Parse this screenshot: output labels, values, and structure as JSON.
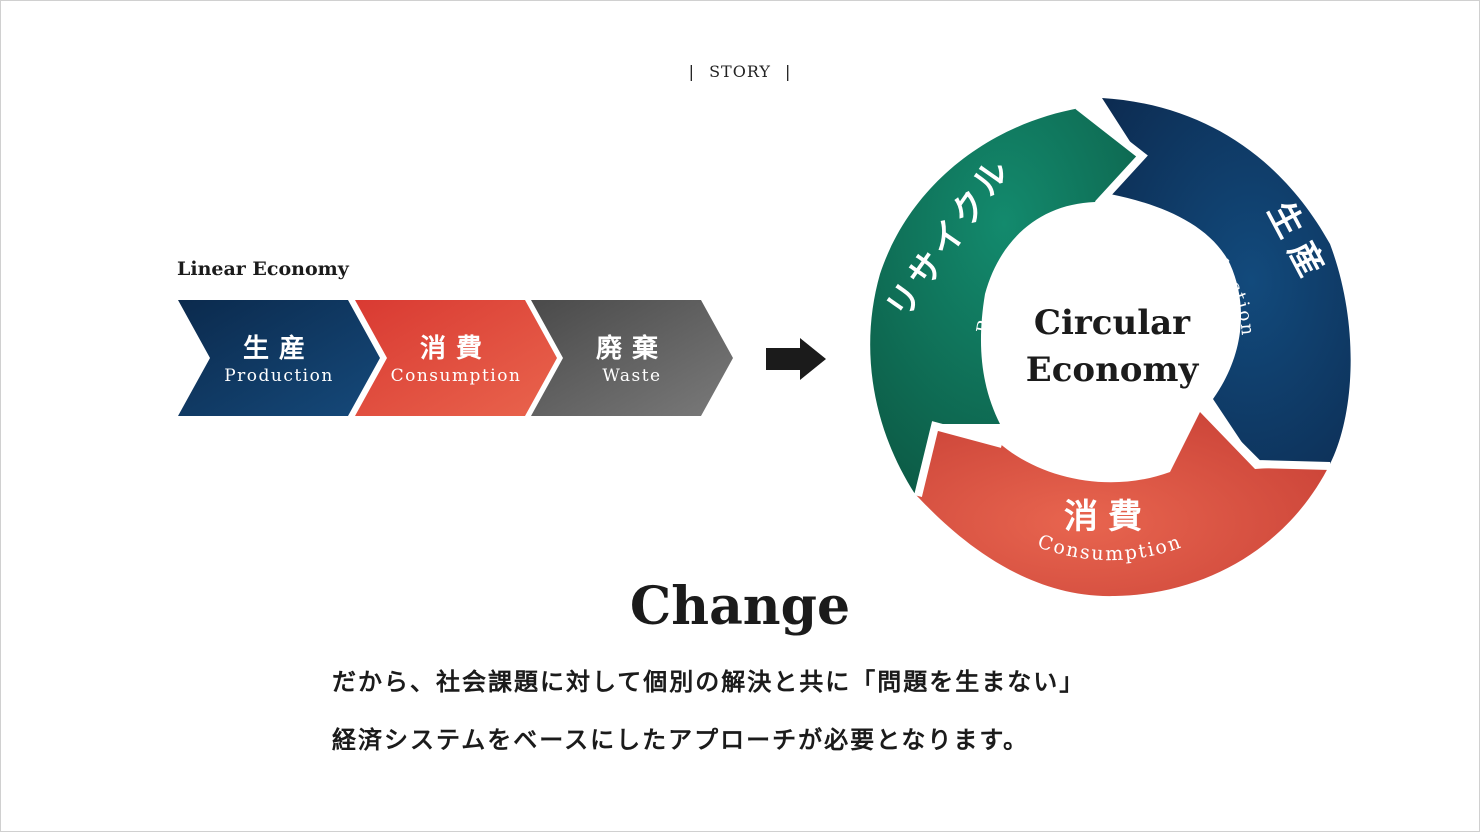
{
  "story": "STORY",
  "linear": {
    "title": "Linear Economy",
    "steps": [
      {
        "jp": "生産",
        "en": "Production",
        "color": "#0f3a63"
      },
      {
        "jp": "消費",
        "en": "Consumption",
        "color": "#e2513e"
      },
      {
        "jp": "廃棄",
        "en": "Waste",
        "color": "#6a6a6a"
      }
    ]
  },
  "circular": {
    "center_line1": "Circular",
    "center_line2": "Economy",
    "segments": [
      {
        "jp": "リサイクル",
        "en": "Recycling",
        "color": "#138066"
      },
      {
        "jp": "生産",
        "en": "Production",
        "color": "#0f3a63"
      },
      {
        "jp": "消費",
        "en": "Consumption",
        "color": "#e1604c"
      }
    ]
  },
  "headline": "Change",
  "description": {
    "line1": "だから、社会課題に対して個別の解決と共に「問題を生まない」",
    "line2": "経済システムをベースにしたアプローチが必要となります。"
  },
  "icons": {
    "arrow": "right-arrow-icon"
  }
}
